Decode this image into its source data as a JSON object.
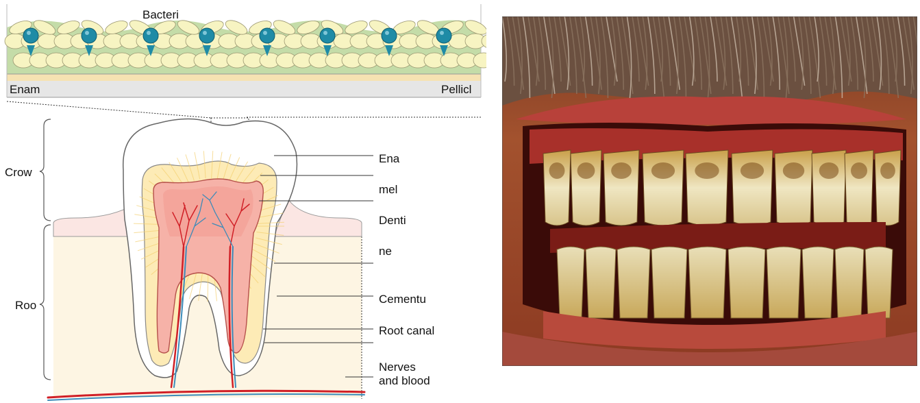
{
  "inset": {
    "label_bacteria": "Bacteri",
    "label_enamel": "Enam",
    "label_pellicle": "Pellicl"
  },
  "tooth": {
    "label_crown": "Crow",
    "label_root": "Roo",
    "label_enamel_1": "Ena",
    "label_enamel_2": "mel",
    "label_dentine_1": "Denti",
    "label_dentine_2": "ne",
    "label_cementum": "Cementu",
    "label_root_canal": "Root canal",
    "label_nerves_1": "Nerves",
    "label_nerves_2": "and blood"
  },
  "colors": {
    "enamel": "#ffffff",
    "dentine": "#fdebb6",
    "pulp": "#f6b2a8",
    "gum": "#fbe6e3",
    "bone": "#fdf5e3",
    "vessel_red": "#d01f26",
    "vessel_blue": "#3c8bb9",
    "bacteria_teal": "#1f8ba6",
    "cell_yellow": "#f7f4c2"
  },
  "photo": {
    "subject": "decayed-teeth-photo"
  }
}
